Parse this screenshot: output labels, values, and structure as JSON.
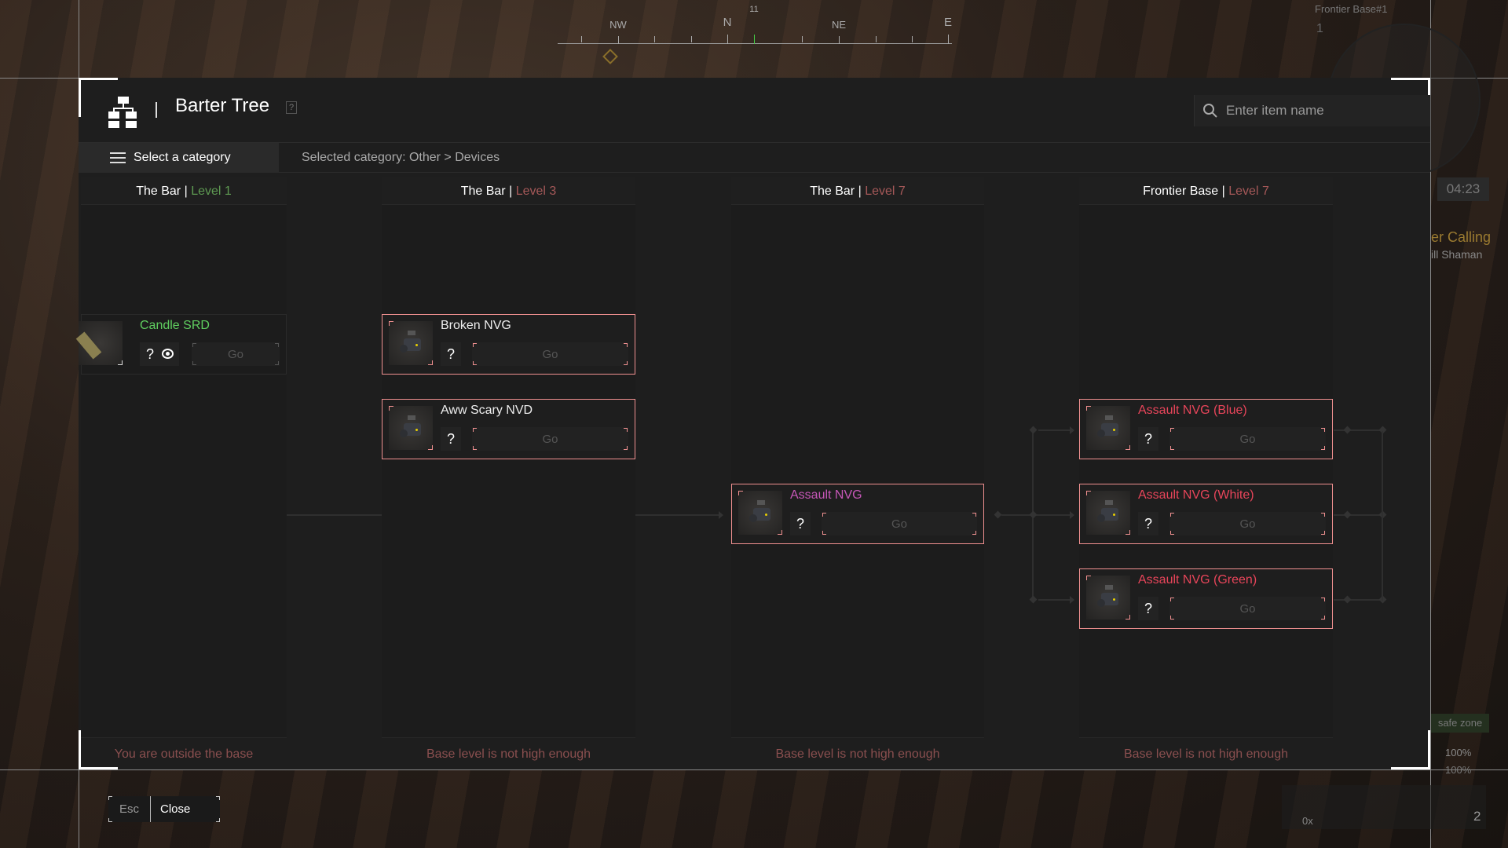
{
  "compass": {
    "labels": [
      "NW",
      "N",
      "NE",
      "E"
    ],
    "bearing": "11"
  },
  "hud": {
    "base_name": "Frontier Base#1",
    "base_count": "1",
    "timer": "04:23",
    "quest_title": "er Calling",
    "quest_giver": "ill Shaman",
    "safe_zone": "safe zone",
    "stat1": "100%",
    "stat2": "100%",
    "ammo": "0x",
    "slot": "2"
  },
  "header": {
    "title": "Barter Tree",
    "help": "?",
    "search_placeholder": "Enter item name"
  },
  "category": {
    "button_label": "Select a category",
    "selected": "Selected category: Other > Devices"
  },
  "columns": [
    {
      "location": "The Bar",
      "level": "Level 1",
      "level_ok": true,
      "footer": "You are outside the base",
      "items": [
        {
          "name": "Candle SRD",
          "color": "#5fce5f",
          "go": "Go",
          "help": "?"
        }
      ]
    },
    {
      "location": "The Bar",
      "level": "Level 3",
      "level_ok": false,
      "footer": "Base level is not high enough",
      "items": [
        {
          "name": "Broken NVG",
          "color": "#eeeeee",
          "go": "Go",
          "help": "?"
        },
        {
          "name": "Aww Scary NVD",
          "color": "#eeeeee",
          "go": "Go",
          "help": "?"
        }
      ]
    },
    {
      "location": "The Bar",
      "level": "Level 7",
      "level_ok": false,
      "footer": "Base level is not high enough",
      "items": [
        {
          "name": "Assault NVG",
          "color": "#c757b8",
          "go": "Go",
          "help": "?"
        }
      ]
    },
    {
      "location": "Frontier Base",
      "level": "Level 7",
      "level_ok": false,
      "footer": "Base level is not high enough",
      "items": [
        {
          "name": "Assault NVG (Blue)",
          "color": "#e8455a",
          "go": "Go",
          "help": "?"
        },
        {
          "name": "Assault NVG (White)",
          "color": "#e8455a",
          "go": "Go",
          "help": "?"
        },
        {
          "name": "Assault NVG (Green)",
          "color": "#e8455a",
          "go": "Go",
          "help": "?"
        }
      ]
    }
  ],
  "footer": {
    "key": "Esc",
    "action": "Close"
  },
  "colors": {
    "accent_border": "#f09090",
    "level_ok": "#5e9a52",
    "level_bad": "#a55858"
  }
}
